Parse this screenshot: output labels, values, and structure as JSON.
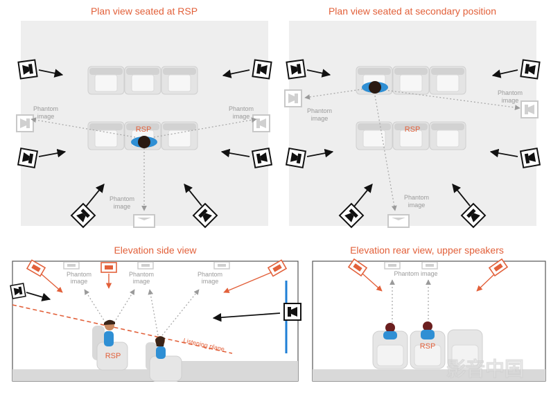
{
  "colors": {
    "accent": "#e2603a",
    "panel_bg": "#eeeeee",
    "arrow_black": "#111111",
    "phantom_gray": "#a9a9a9",
    "wall_blue": "#1f7fd6",
    "seat_gray": "#d7d7d7",
    "shirt_blue": "#2f8fd4"
  },
  "panels": {
    "plan_rsp": {
      "title": "Plan view seated at RSP",
      "seat_label": "RSP",
      "phantom_left": [
        "Phantom",
        "image"
      ],
      "phantom_right": [
        "Phantom",
        "image"
      ],
      "phantom_bottom": [
        "Phantom",
        "image"
      ]
    },
    "plan_secondary": {
      "title": "Plan view seated at secondary position",
      "seat_label": "RSP",
      "phantom_left": [
        "Phantom",
        "image"
      ],
      "phantom_right": [
        "Phantom",
        "image"
      ],
      "phantom_bottom": [
        "Phantom",
        "image"
      ]
    },
    "elevation_side": {
      "title": "Elevation side view",
      "seat_label": "RSP",
      "listening_plane": "Listening plane",
      "phantom_1": [
        "Phantom",
        "image"
      ],
      "phantom_2": [
        "Phantom",
        "image"
      ],
      "phantom_3": [
        "Phantom",
        "image"
      ]
    },
    "elevation_rear": {
      "title": "Elevation rear view, upper speakers",
      "seat_label": "RSP",
      "phantom": "Phantom image"
    }
  },
  "watermark": "影音中国"
}
